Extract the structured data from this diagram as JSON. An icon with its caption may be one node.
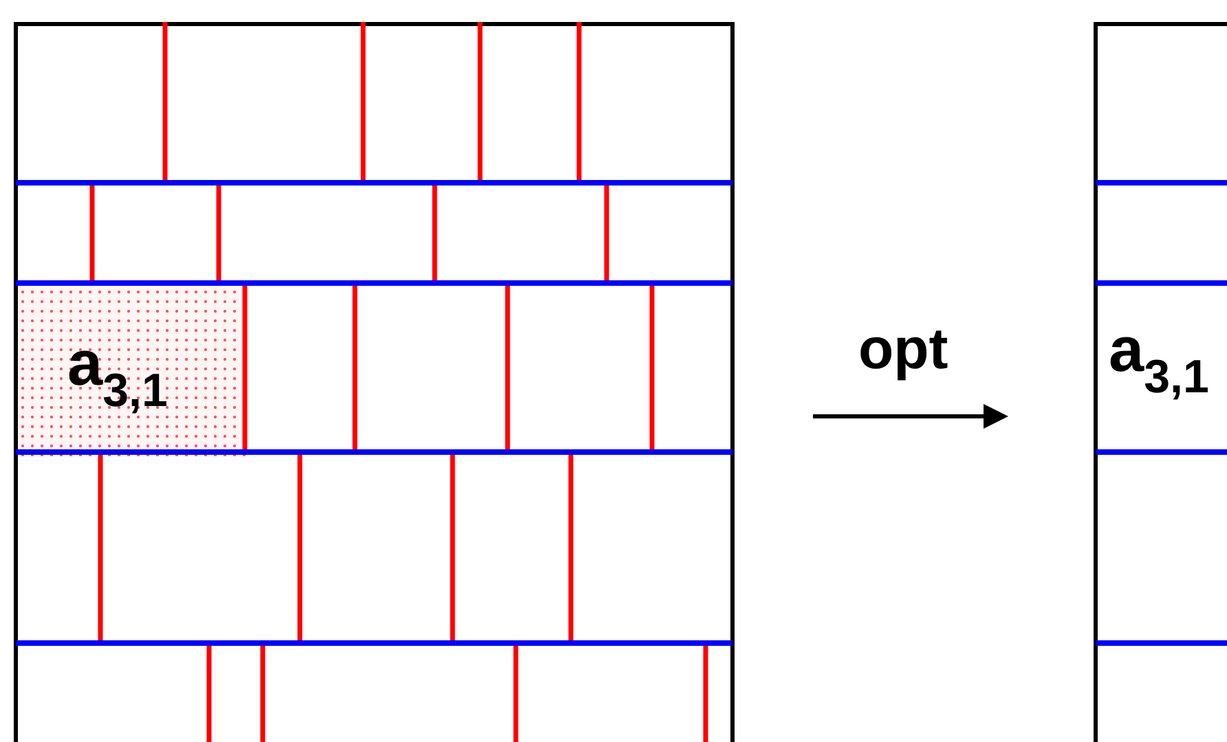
{
  "diagram": {
    "nodes": [
      {
        "text": [],
        "shape": "box"
      },
      {
        "text": [
          "a$_{3,1}$"
        ],
        "in": 0
      },
      {
        "text": [],
        "shape": "box"
      },
      {
        "text": [
          "a$_{3,1}$"
        ],
        "in": 2
      }
    ],
    "edges": [
      {
        "from": 0,
        "to": 2,
        "arrow": "to",
        "label": "opt"
      }
    ]
  }
}
